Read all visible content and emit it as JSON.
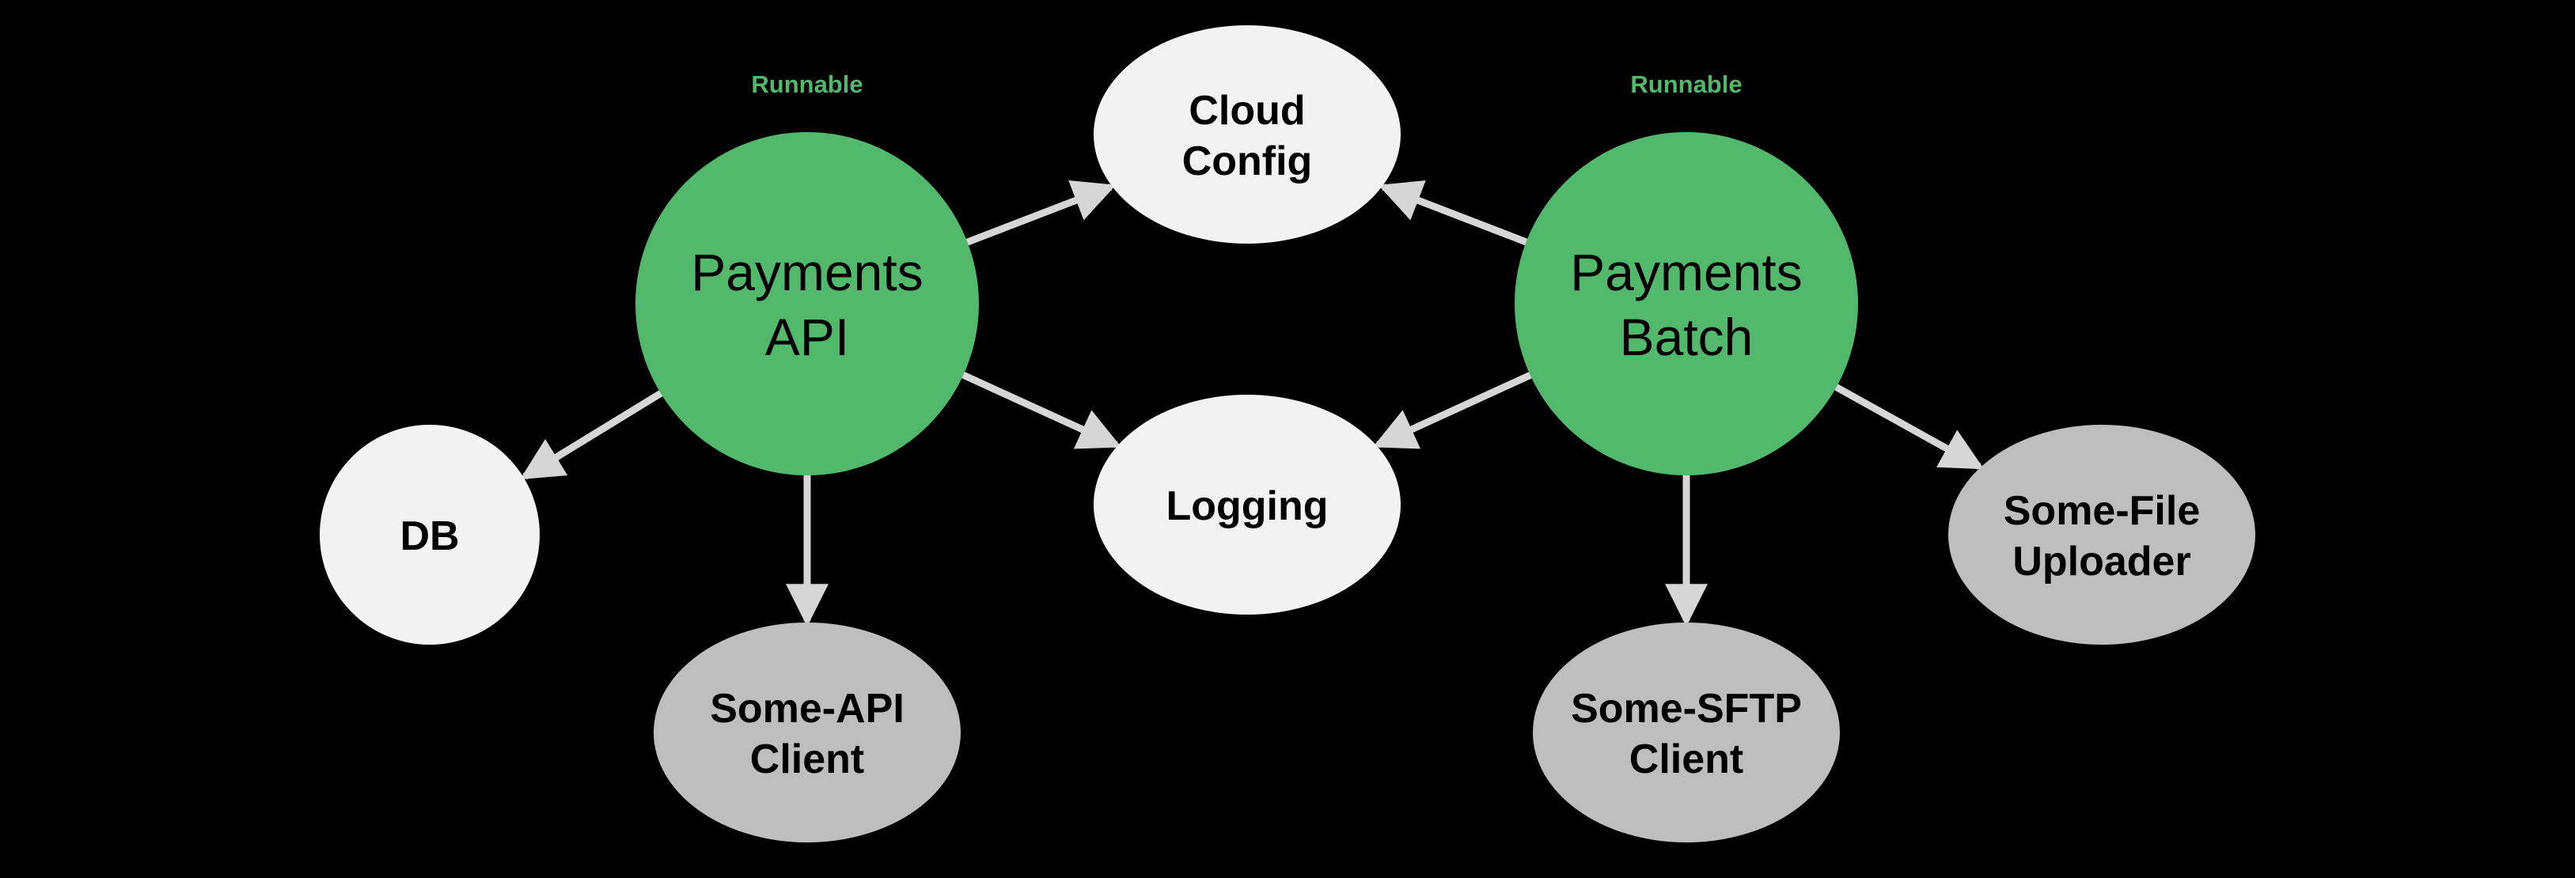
{
  "diagram": {
    "type": "dependency-graph",
    "colors": {
      "background": "#000000",
      "runnable_fill": "#52b86c",
      "core_fill": "#f2f2f2",
      "external_fill": "#bebebe",
      "edge": "#d6d6d6",
      "tag_text": "#52b86c",
      "node_text": "#000000"
    },
    "nodes": [
      {
        "id": "payments-api",
        "label_lines": [
          "Payments",
          "API"
        ],
        "kind": "runnable",
        "tag": "Runnable"
      },
      {
        "id": "payments-batch",
        "label_lines": [
          "Payments",
          "Batch"
        ],
        "kind": "runnable",
        "tag": "Runnable"
      },
      {
        "id": "cloud-config",
        "label_lines": [
          "Cloud",
          "Config"
        ],
        "kind": "core"
      },
      {
        "id": "logging",
        "label_lines": [
          "Logging"
        ],
        "kind": "core"
      },
      {
        "id": "db",
        "label_lines": [
          "DB"
        ],
        "kind": "core"
      },
      {
        "id": "some-api-client",
        "label_lines": [
          "Some-API",
          "Client"
        ],
        "kind": "external"
      },
      {
        "id": "some-sftp-client",
        "label_lines": [
          "Some-SFTP",
          "Client"
        ],
        "kind": "external"
      },
      {
        "id": "some-file-uploader",
        "label_lines": [
          "Some-File",
          "Uploader"
        ],
        "kind": "external"
      }
    ],
    "edges": [
      {
        "from": "payments-api",
        "to": "cloud-config"
      },
      {
        "from": "payments-api",
        "to": "logging"
      },
      {
        "from": "payments-api",
        "to": "db"
      },
      {
        "from": "payments-api",
        "to": "some-api-client"
      },
      {
        "from": "payments-batch",
        "to": "cloud-config"
      },
      {
        "from": "payments-batch",
        "to": "logging"
      },
      {
        "from": "payments-batch",
        "to": "some-sftp-client"
      },
      {
        "from": "payments-batch",
        "to": "some-file-uploader"
      }
    ]
  }
}
